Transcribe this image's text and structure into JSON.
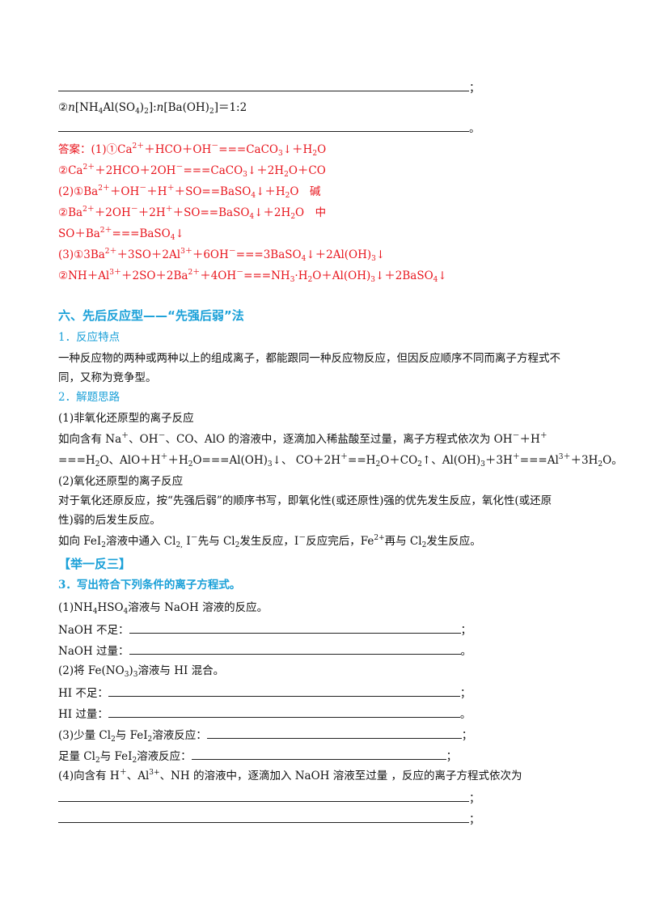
{
  "top": {
    "line1_end": "；",
    "item2_prefix": "②",
    "item2_n1": "n",
    "item2_f1": "[NH",
    "item2_s1": "4",
    "item2_f2": "Al(SO",
    "item2_s2": "4",
    "item2_f3": ")",
    "item2_s3": "2",
    "item2_f4": "]:",
    "item2_n2": "n",
    "item2_f5": "[Ba(OH)",
    "item2_s4": "2",
    "item2_f6": "]＝1:2",
    "line2_end": "。"
  },
  "answer": {
    "a1_t1": "答案：(1)①Ca",
    "a1_p1": "2＋",
    "a1_t2": "＋HCO＋OH",
    "a1_p2": "－",
    "a1_t3": "===CaCO",
    "a1_s1": "3",
    "a1_t4": "↓＋H",
    "a1_s2": "2",
    "a1_t5": "O",
    "a2_t1": "②Ca",
    "a2_p1": "2＋",
    "a2_t2": "＋2HCO＋2OH",
    "a2_p2": "－",
    "a2_t3": "===CaCO",
    "a2_s1": "3",
    "a2_t4": "↓＋2H",
    "a2_s2": "2",
    "a2_t5": "O＋CO",
    "a3_t1": "(2)①Ba",
    "a3_p1": "2＋",
    "a3_t2": "＋OH",
    "a3_p2": "－",
    "a3_t3": "＋H",
    "a3_p3": "＋",
    "a3_t4": "＋SO==BaSO",
    "a3_s1": "4",
    "a3_t5": "↓＋H",
    "a3_s2": "2",
    "a3_t6": "O　碱",
    "a4_t1": "②Ba",
    "a4_p1": "2＋",
    "a4_t2": "＋2OH",
    "a4_p2": "－",
    "a4_t3": "＋2H",
    "a4_p3": "＋",
    "a4_t4": "＋SO==BaSO",
    "a4_s1": "4",
    "a4_t5": "↓＋2H",
    "a4_s2": "2",
    "a4_t6": "O　中",
    "a5_t1": "SO＋Ba",
    "a5_p1": "2＋",
    "a5_t2": "===BaSO",
    "a5_s1": "4",
    "a5_t3": "↓",
    "a6_t1": "(3)①3Ba",
    "a6_p1": "2＋",
    "a6_t2": "＋3SO＋2Al",
    "a6_p2": "3＋",
    "a6_t3": "＋6OH",
    "a6_p3": "－",
    "a6_t4": "===3BaSO",
    "a6_s1": "4",
    "a6_t5": "↓＋2Al(OH)",
    "a6_s2": "3",
    "a6_t6": "↓",
    "a7_t1": "②NH＋Al",
    "a7_p1": "3＋",
    "a7_t2": "＋2SO＋2Ba",
    "a7_p2": "2＋",
    "a7_t3": "＋4OH",
    "a7_p3": "－",
    "a7_t4": "===NH",
    "a7_s1": "3",
    "a7_t5": "·H",
    "a7_s2": "2",
    "a7_t6": "O＋Al(OH)",
    "a7_s3": "3",
    "a7_t7": "↓＋2BaSO",
    "a7_s4": "4",
    "a7_t8": "↓"
  },
  "section": {
    "title": "六、先后反应型——“先强后弱”法",
    "sub1": "1．反应特点",
    "p1a": "一种反应物的两种或两种以上的组成离子，都能跟同一种反应物反应，但因反应顺序不同而离子方程式不",
    "p1b": "同，又称为竞争型。",
    "sub2": "2．解题思路",
    "case1": "(1)非氧化还原型的离子反应",
    "p2a_t1": "如向含有 Na",
    "p2a_p1": "＋",
    "p2a_t2": "、OH",
    "p2a_p2": "－",
    "p2a_t3": "、CO、AlO 的溶液中，逐滴加入稀盐酸至过量，离子方程式依次为 OH",
    "p2a_p3": "－",
    "p2a_t4": "＋H",
    "p2a_p4": "＋",
    "p2b_t1": "===H",
    "p2b_s1": "2",
    "p2b_t2": "O、AlO＋H",
    "p2b_p1": "＋",
    "p2b_t3": "＋H",
    "p2b_s2": "2",
    "p2b_t4": "O===Al(OH)",
    "p2b_s3": "3",
    "p2b_t5": "↓、 CO＋2H",
    "p2b_p2": "＋",
    "p2b_t6": "==H",
    "p2b_s4": "2",
    "p2b_t7": "O＋CO",
    "p2b_s5": "2",
    "p2b_t8": "↑、Al(OH)",
    "p2b_s6": "3",
    "p2b_t9": "＋3H",
    "p2b_p3": "＋",
    "p2b_t10": "===Al",
    "p2b_p4": "3＋",
    "p2b_t11": "＋3H",
    "p2b_s7": "2",
    "p2b_t12": "O。",
    "case2": "(2)氧化还原型的离子反应",
    "p3a": "对于氧化还原反应，按“先强后弱”的顺序书写，即氧化性(或还原性)强的优先发生反应，氧化性(或还原",
    "p3b": "性)弱的后发生反应。",
    "p4_t1": "如向 FeI",
    "p4_s1": "2",
    "p4_t2": "溶液中通入 Cl",
    "p4_s2": "2,",
    "p4_t3": " I",
    "p4_p1": "－",
    "p4_t4": "先与 Cl",
    "p4_s3": "2",
    "p4_t5": "发生反应，I",
    "p4_p2": "－",
    "p4_t6": "反应完后，Fe",
    "p4_p3": "2+",
    "p4_t7": "再与 Cl",
    "p4_s4": "2",
    "p4_t8": "发生反应。"
  },
  "practice": {
    "heading": "【举一反三】",
    "q_title": "3．写出符合下列条件的离子方程式。",
    "q1_t1": "(1)NH",
    "q1_s1": "4",
    "q1_t2": "HSO",
    "q1_s2": "4",
    "q1_t3": "溶液与 NaOH 溶液的反应。",
    "q1a": "NaOH 不足：",
    "q1a_end": "；",
    "q1b": "NaOH 过量：",
    "q1b_end": "。",
    "q2_t1": "(2)将 Fe(NO",
    "q2_s1": "3",
    "q2_t2": ")",
    "q2_s2": "3",
    "q2_t3": "溶液与 HI 混合。",
    "q2a": "HI 不足：",
    "q2a_end": "；",
    "q2b": "HI 过量：",
    "q2b_end": "。",
    "q3a_t1": "(3)少量 Cl",
    "q3a_s1": "2",
    "q3a_t2": "与 FeI",
    "q3a_s2": "2",
    "q3a_t3": "溶液反应：",
    "q3a_end": "；",
    "q3b_t1": "足量 Cl",
    "q3b_s1": "2",
    "q3b_t2": "与 FeI",
    "q3b_s2": "2",
    "q3b_t3": "溶液反应：",
    "q3b_end": "；",
    "q4_t1": "(4)向含有 H",
    "q4_p1": "＋",
    "q4_t2": "、Al",
    "q4_p2": "3+",
    "q4_t3": "、NH 的溶液中，逐滴加入 NaOH 溶液至过量 ，反应的离子方程式依次为",
    "q4_l1_end": "；",
    "q4_l2_end": "；"
  },
  "colors": {
    "answer": "#e8141c",
    "heading": "#1aa0d8"
  }
}
